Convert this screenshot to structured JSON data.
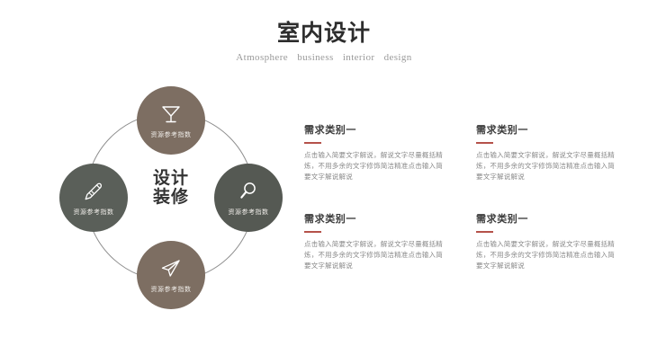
{
  "header": {
    "title": "室内设计",
    "subtitle": "Atmosphere  business  interior  design"
  },
  "diagram": {
    "center_line_1": "设计",
    "center_line_2": "装修",
    "ring_color": "#8e8e8e",
    "nodes": [
      {
        "position": "top",
        "icon": "cocktail-glass-icon",
        "label": "资源参考指数",
        "color": "#7d6e62"
      },
      {
        "position": "left",
        "icon": "pencil-icon",
        "label": "资源参考指数",
        "color": "#5a5f59"
      },
      {
        "position": "right",
        "icon": "magnifier-icon",
        "label": "资源参考指数",
        "color": "#555953"
      },
      {
        "position": "bottom",
        "icon": "paper-plane-icon",
        "label": "资源参考指数",
        "color": "#7d6e62"
      }
    ]
  },
  "content": {
    "accent_color": "#b5524a",
    "blocks": [
      {
        "title": "需求类别一",
        "body": "点击输入简要文字解说，解说文字尽量概括精炼，不用多余的文字修饰简洁精准点击输入简要文字解说解说"
      },
      {
        "title": "需求类别一",
        "body": "点击输入简要文字解说，解说文字尽量概括精炼，不用多余的文字修饰简洁精准点击输入简要文字解说解说"
      },
      {
        "title": "需求类别一",
        "body": "点击输入简要文字解说，解说文字尽量概括精炼，不用多余的文字修饰简洁精准点击输入简要文字解说解说"
      },
      {
        "title": "需求类别一",
        "body": "点击输入简要文字解说，解说文字尽量概括精炼，不用多余的文字修饰简洁精准点击输入简要文字解说解说"
      }
    ]
  }
}
